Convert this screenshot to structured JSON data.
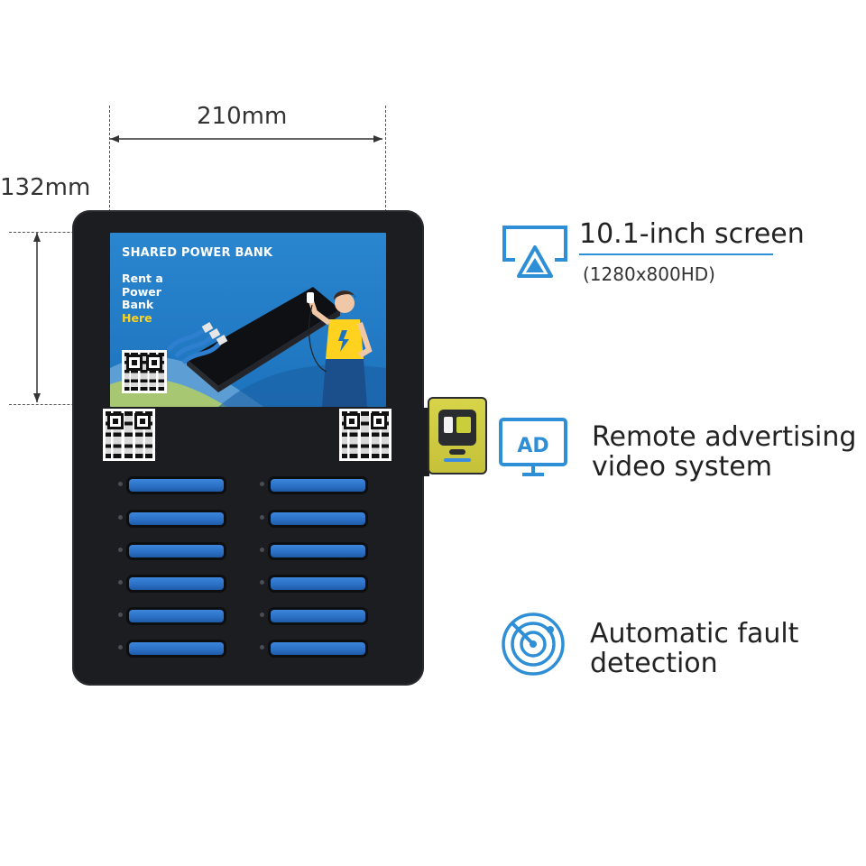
{
  "dimensions": {
    "width_label": "210mm",
    "height_label": "132mm"
  },
  "screen_ad": {
    "title": "SHARED POWER BANK",
    "slogan_line1": "Rent a",
    "slogan_line2": "Power",
    "slogan_line3": "Bank",
    "slogan_line4": "Here"
  },
  "slots": {
    "count_per_column": 6,
    "columns": 2
  },
  "features": [
    {
      "title": "10.1-inch screen",
      "subtitle": "(1280x800HD)",
      "icon": "screen-cast-icon"
    },
    {
      "title_line1": "Remote advertising",
      "title_line2": "video system",
      "icon": "ad-monitor-icon"
    },
    {
      "title_line1": "Automatic fault",
      "title_line2": "detection",
      "icon": "radar-icon"
    }
  ],
  "colors": {
    "accent": "#2e8fd6",
    "kiosk_body": "#1c1d20",
    "slot_blue": "#2a6fc4",
    "screen_blue": "#2a86cf",
    "highlight_yellow": "#ffd21f",
    "reader_yellow": "#c5c23a"
  }
}
